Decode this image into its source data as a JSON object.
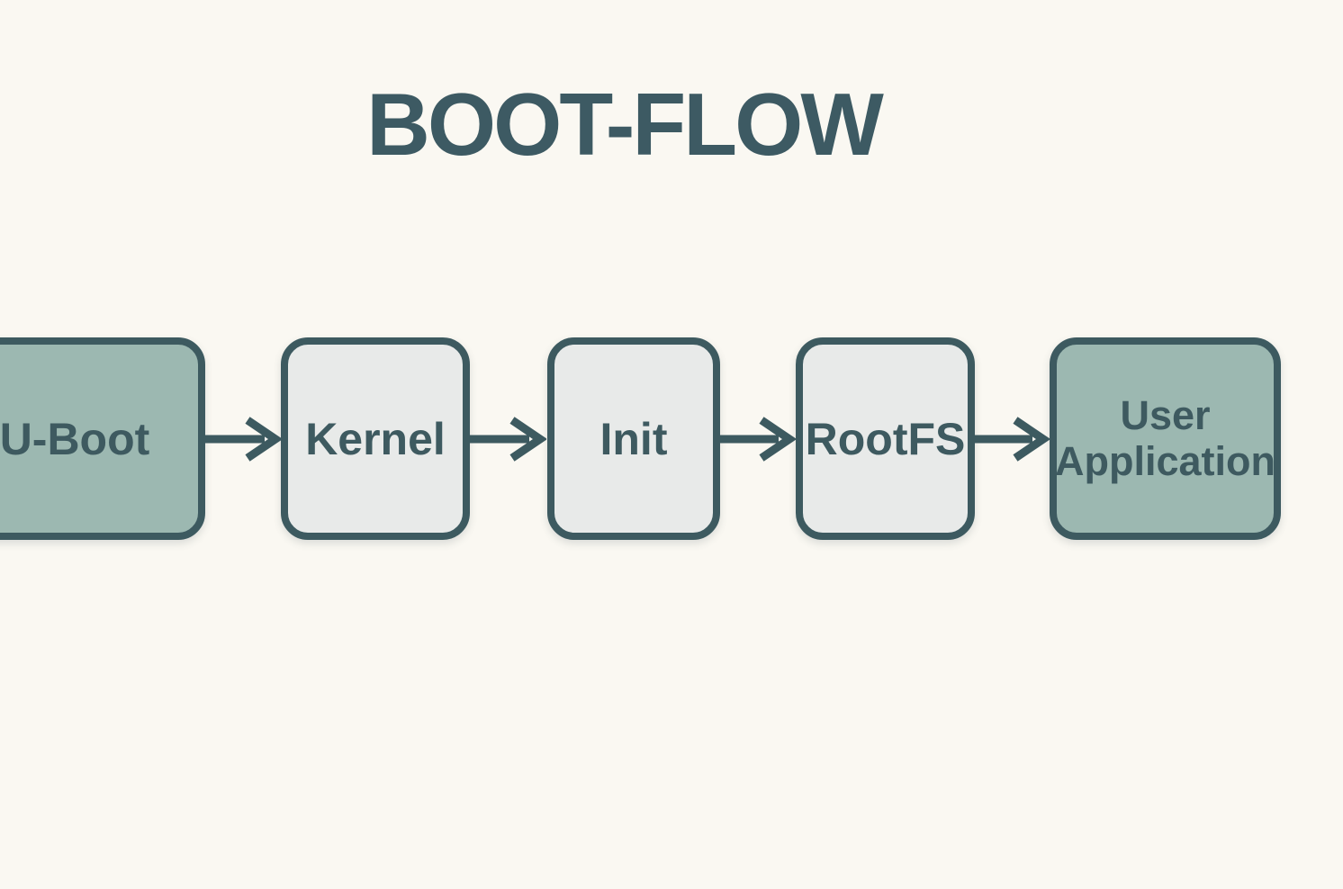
{
  "title": "BOOT-FLOW",
  "colors": {
    "background": "#faf8f2",
    "outline": "#3d5a60",
    "title_text": "#3d5a63",
    "accent_box_fill": "#9cb8b1",
    "light_box_fill": "#e8eae9",
    "label_text": "#3e5a60"
  },
  "diagram": {
    "type": "flowchart",
    "direction": "left-to-right",
    "nodes": [
      {
        "id": "u-boot",
        "label": "U-Boot",
        "variant": "accent",
        "clipped_left_edge": true
      },
      {
        "id": "kernel",
        "label": "Kernel",
        "variant": "light"
      },
      {
        "id": "init",
        "label": "Init",
        "variant": "light"
      },
      {
        "id": "rootfs",
        "label": "RootFS",
        "variant": "light"
      },
      {
        "id": "user-application",
        "label": "User Application",
        "variant": "accent"
      }
    ],
    "edges": [
      {
        "from": "U-Boot",
        "to": "Kernel",
        "style": "arrow-right"
      },
      {
        "from": "Kernel",
        "to": "Init",
        "style": "arrow-right"
      },
      {
        "from": "Init",
        "to": "RootFS",
        "style": "arrow-right"
      },
      {
        "from": "RootFS",
        "to": "User Application",
        "style": "arrow-right"
      }
    ]
  }
}
